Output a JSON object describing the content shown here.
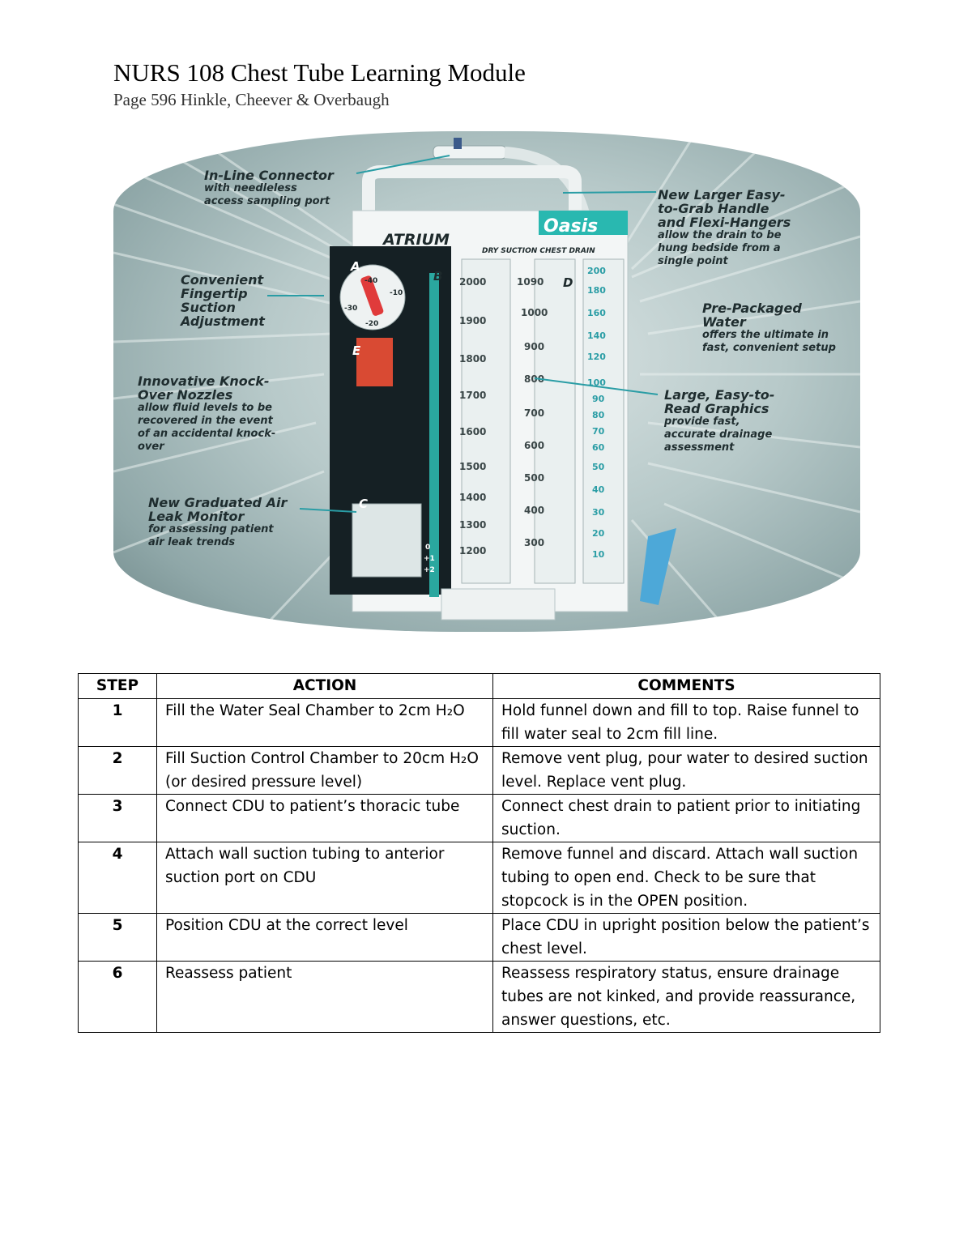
{
  "header": {
    "title": "NURS 108 Chest Tube Learning Module",
    "subtitle": "Page 596 Hinkle, Cheever & Overbaugh"
  },
  "figure": {
    "brand": "ATRIUM",
    "product": "Oasis",
    "product_sub": "DRY SUCTION CHEST DRAIN",
    "letters": [
      "A",
      "B",
      "C",
      "D",
      "E"
    ],
    "dial_labels": [
      "-40",
      "-10",
      "-30",
      "-20"
    ],
    "left_scale": [
      "2000",
      "1900",
      "1800",
      "1700",
      "1600",
      "1500",
      "1400",
      "1300",
      "1200"
    ],
    "mid_scale": [
      "1090",
      "1000",
      "900",
      "800",
      "700",
      "600",
      "500",
      "400",
      "300"
    ],
    "right_scale": [
      "200",
      "180",
      "160",
      "140",
      "120",
      "100",
      "90",
      "80",
      "70",
      "60",
      "50",
      "40",
      "30",
      "20",
      "10"
    ],
    "leak_scale": [
      "0",
      "+1",
      "+2"
    ],
    "callouts": {
      "inline": {
        "head": "In-Line Connector",
        "sub1": "with needleless",
        "sub2": "access sampling port"
      },
      "handle": {
        "head1": "New Larger Easy-",
        "head2": "to-Grab Handle",
        "head3": "and Flexi-Hangers",
        "sub1": "allow the drain to be",
        "sub2": "hung bedside from a",
        "sub3": "single point"
      },
      "fingertip": {
        "head1": "Convenient",
        "head2": "Fingertip",
        "head3": "Suction",
        "head4": "Adjustment"
      },
      "prepack": {
        "head1": "Pre-Packaged",
        "head2": "Water",
        "sub1": "offers the ultimate in",
        "sub2": "fast, convenient setup"
      },
      "knock": {
        "head1": "Innovative Knock-",
        "head2": "Over Nozzles",
        "sub1": "allow fluid levels to be",
        "sub2": "recovered in the event",
        "sub3": "of an accidental knock-",
        "sub4": "over"
      },
      "graphics": {
        "head1": "Large, Easy-to-",
        "head2": "Read Graphics",
        "sub1": "provide fast,",
        "sub2": "accurate drainage",
        "sub3": "assessment"
      },
      "airleak": {
        "head1": "New Graduated Air",
        "head2": "Leak Monitor",
        "sub1": "for assessing patient",
        "sub2": "air leak trends"
      }
    }
  },
  "table": {
    "headers": [
      "STEP",
      "ACTION",
      "COMMENTS"
    ],
    "rows": [
      {
        "step": "1",
        "action": "Fill the Water Seal Chamber to 2cm H₂O",
        "comments": "Hold funnel down and fill to top. Raise funnel to fill water seal to 2cm fill line."
      },
      {
        "step": "2",
        "action": "Fill Suction Control Chamber to 20cm H₂O (or desired pressure level)",
        "comments": "Remove vent plug, pour water to desired suction level. Replace vent plug."
      },
      {
        "step": "3",
        "action": "Connect CDU to patient’s thoracic tube",
        "comments": "Connect chest drain to patient prior to initiating suction."
      },
      {
        "step": "4",
        "action": "Attach wall suction tubing to anterior suction port on CDU",
        "comments": "Remove funnel and discard. Attach wall suction tubing to open end. Check to be sure that stopcock is in the OPEN position."
      },
      {
        "step": "5",
        "action": "Position CDU at the correct level",
        "comments": "Place CDU in upright position below the patient’s chest level."
      },
      {
        "step": "6",
        "action": "Reassess patient",
        "comments": "Reassess respiratory status, ensure drainage tubes are not kinked, and provide reassurance, answer questions, etc."
      }
    ]
  }
}
